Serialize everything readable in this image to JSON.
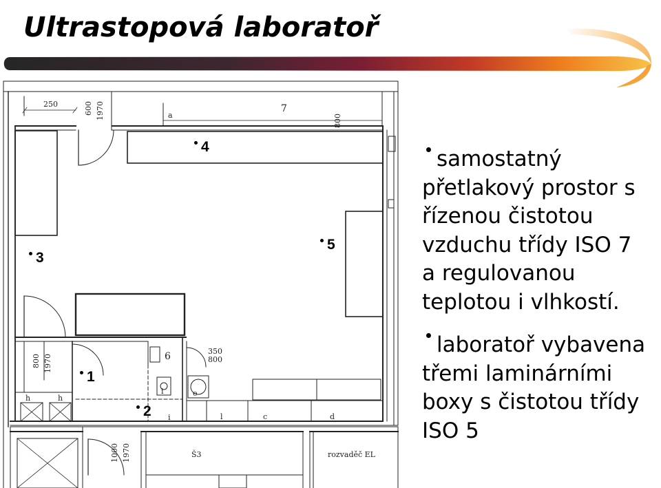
{
  "slide": {
    "title": "Ultrastopová laboratoř",
    "accent_gradient": [
      "#262626",
      "#3e2630",
      "#7a1e34",
      "#c23a26",
      "#ee7e1e",
      "#f8c24a"
    ],
    "colors": {
      "text": "#000000",
      "plan_lines": "#222222",
      "swoosh_highlight": "#f7b660"
    }
  },
  "floor_plan": {
    "markers": [
      "4",
      "3",
      "5",
      "1",
      "2"
    ],
    "labels": [
      "250",
      "600",
      "1970",
      "a",
      "7",
      "800",
      "6",
      "350",
      "800",
      "800",
      "1970",
      "h",
      "h",
      "i",
      "e",
      "i",
      "l",
      "c",
      "d",
      "1000",
      "1970",
      "Š3",
      "rozvaděč EL"
    ]
  },
  "bullets": [
    {
      "lines": [
        "samostatný",
        "přetlakový prostor s",
        "řízenou čistotou",
        "vzduchu třídy ISO 7",
        "a regulovanou",
        "teplotou i vlhkostí."
      ]
    },
    {
      "lines": [
        "laboratoř vybavena",
        "třemi laminárními",
        "boxy s čistotou třídy",
        "ISO 5"
      ]
    }
  ]
}
